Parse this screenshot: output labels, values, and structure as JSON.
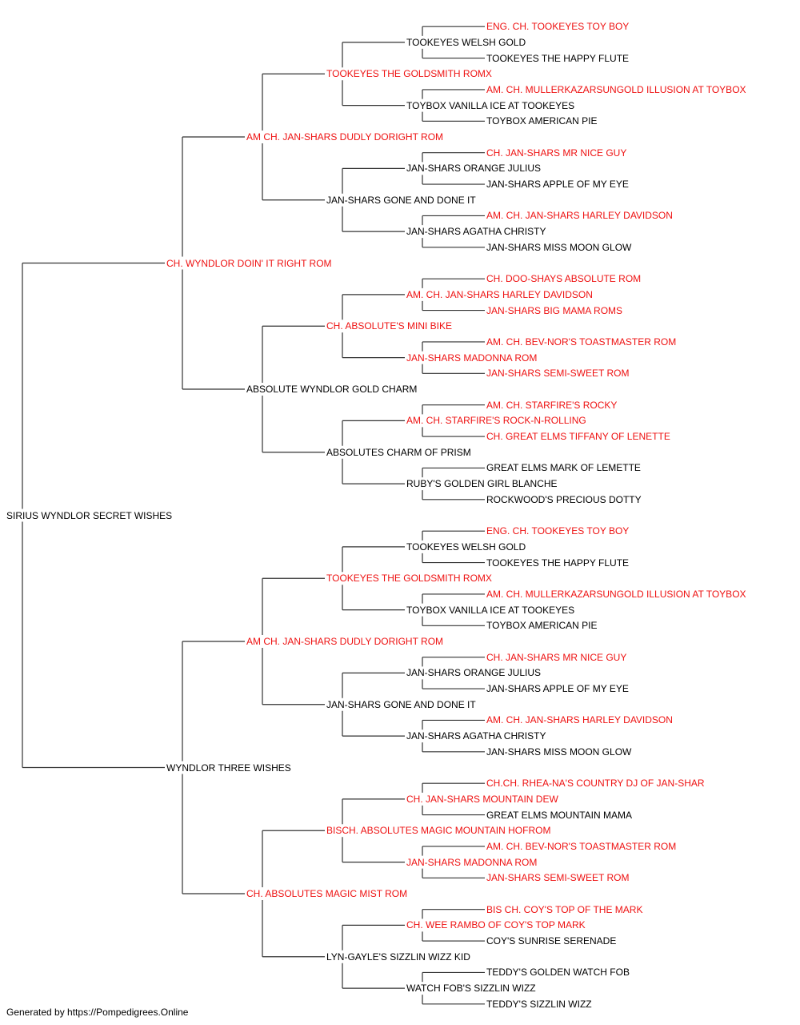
{
  "colors": {
    "champion": "#ee1111",
    "normal": "#000000",
    "line": "#333333"
  },
  "subject": {
    "name": "SIRIUS WYNDLOR SECRET WISHES",
    "champion": false
  },
  "sire": {
    "name": "CH. WYNDLOR DOIN' IT RIGHT ROM",
    "champion": true
  },
  "dam": {
    "name": "WYNDLOR THREE WISHES",
    "champion": false
  },
  "generation3": [
    {
      "name": "AM CH. JAN-SHARS DUDLY DORIGHT ROM",
      "champion": true
    },
    {
      "name": "ABSOLUTE WYNDLOR GOLD CHARM",
      "champion": false
    },
    {
      "name": "AM CH. JAN-SHARS DUDLY DORIGHT ROM",
      "champion": true
    },
    {
      "name": "CH. ABSOLUTES MAGIC MIST ROM",
      "champion": true
    }
  ],
  "generation4": [
    {
      "name": "TOOKEYES THE GOLDSMITH ROMX",
      "champion": true
    },
    {
      "name": "JAN-SHARS GONE AND DONE IT",
      "champion": false
    },
    {
      "name": "CH. ABSOLUTE'S MINI BIKE",
      "champion": true
    },
    {
      "name": "ABSOLUTES CHARM OF PRISM",
      "champion": false
    },
    {
      "name": "TOOKEYES THE GOLDSMITH ROMX",
      "champion": true
    },
    {
      "name": "JAN-SHARS GONE AND DONE IT",
      "champion": false
    },
    {
      "name": "BISCH. ABSOLUTES MAGIC MOUNTAIN HOFROM",
      "champion": true
    },
    {
      "name": "LYN-GAYLE'S SIZZLIN WIZZ KID",
      "champion": false
    }
  ],
  "generation5": [
    {
      "name": "TOOKEYES WELSH GOLD",
      "champion": false
    },
    {
      "name": "TOYBOX VANILLA ICE AT TOOKEYES",
      "champion": false
    },
    {
      "name": "JAN-SHARS ORANGE JULIUS",
      "champion": false
    },
    {
      "name": "JAN-SHARS AGATHA CHRISTY",
      "champion": false
    },
    {
      "name": "AM. CH. JAN-SHARS HARLEY DAVIDSON",
      "champion": true
    },
    {
      "name": "JAN-SHARS MADONNA ROM",
      "champion": true
    },
    {
      "name": "AM. CH. STARFIRE'S ROCK-N-ROLLING",
      "champion": true
    },
    {
      "name": "RUBY'S GOLDEN GIRL BLANCHE",
      "champion": false
    },
    {
      "name": "TOOKEYES WELSH GOLD",
      "champion": false
    },
    {
      "name": "TOYBOX VANILLA ICE AT TOOKEYES",
      "champion": false
    },
    {
      "name": "JAN-SHARS ORANGE JULIUS",
      "champion": false
    },
    {
      "name": "JAN-SHARS AGATHA CHRISTY",
      "champion": false
    },
    {
      "name": "CH. JAN-SHARS MOUNTAIN DEW",
      "champion": true
    },
    {
      "name": "JAN-SHARS MADONNA ROM",
      "champion": true
    },
    {
      "name": "CH. WEE RAMBO OF COY'S TOP MARK",
      "champion": true
    },
    {
      "name": "WATCH FOB'S SIZZLIN WIZZ",
      "champion": false
    }
  ],
  "generation6": [
    {
      "name": "ENG. CH. TOOKEYES TOY BOY",
      "champion": true
    },
    {
      "name": "TOOKEYES THE HAPPY FLUTE",
      "champion": false
    },
    {
      "name": "AM. CH. MULLERKAZARSUNGOLD ILLUSION AT TOYBOX",
      "champion": true
    },
    {
      "name": "TOYBOX AMERICAN PIE",
      "champion": false
    },
    {
      "name": "CH. JAN-SHARS MR NICE GUY",
      "champion": true
    },
    {
      "name": "JAN-SHARS APPLE OF MY EYE",
      "champion": false
    },
    {
      "name": "AM. CH. JAN-SHARS HARLEY DAVIDSON",
      "champion": true
    },
    {
      "name": "JAN-SHARS MISS MOON GLOW",
      "champion": false
    },
    {
      "name": "CH. DOO-SHAYS ABSOLUTE ROM",
      "champion": true
    },
    {
      "name": "JAN-SHARS BIG MAMA ROMS",
      "champion": true
    },
    {
      "name": "AM. CH. BEV-NOR'S TOASTMASTER ROM",
      "champion": true
    },
    {
      "name": "JAN-SHARS SEMI-SWEET ROM",
      "champion": true
    },
    {
      "name": "AM. CH. STARFIRE'S ROCKY",
      "champion": true
    },
    {
      "name": "CH. GREAT ELMS TIFFANY OF LENETTE",
      "champion": true
    },
    {
      "name": "GREAT ELMS MARK OF LEMETTE",
      "champion": false
    },
    {
      "name": "ROCKWOOD'S PRECIOUS DOTTY",
      "champion": false
    },
    {
      "name": "ENG. CH. TOOKEYES TOY BOY",
      "champion": true
    },
    {
      "name": "TOOKEYES THE HAPPY FLUTE",
      "champion": false
    },
    {
      "name": "AM. CH. MULLERKAZARSUNGOLD ILLUSION AT TOYBOX",
      "champion": true
    },
    {
      "name": "TOYBOX AMERICAN PIE",
      "champion": false
    },
    {
      "name": "CH. JAN-SHARS MR NICE GUY",
      "champion": true
    },
    {
      "name": "JAN-SHARS APPLE OF MY EYE",
      "champion": false
    },
    {
      "name": "AM. CH. JAN-SHARS HARLEY DAVIDSON",
      "champion": true
    },
    {
      "name": "JAN-SHARS MISS MOON GLOW",
      "champion": false
    },
    {
      "name": "CH.CH. RHEA-NA'S COUNTRY DJ OF JAN-SHAR",
      "champion": true
    },
    {
      "name": "GREAT ELMS MOUNTAIN MAMA",
      "champion": false
    },
    {
      "name": "AM. CH. BEV-NOR'S TOASTMASTER ROM",
      "champion": true
    },
    {
      "name": "JAN-SHARS SEMI-SWEET ROM",
      "champion": true
    },
    {
      "name": "BIS CH. COY'S TOP OF THE MARK",
      "champion": true
    },
    {
      "name": "COY'S SUNRISE SERENADE",
      "champion": false
    },
    {
      "name": "TEDDY'S GOLDEN WATCH FOB",
      "champion": false
    },
    {
      "name": "TEDDY'S SIZZLIN WIZZ",
      "champion": false
    }
  ],
  "footer": {
    "text": "Generated by https://Pompedigrees.Online"
  }
}
